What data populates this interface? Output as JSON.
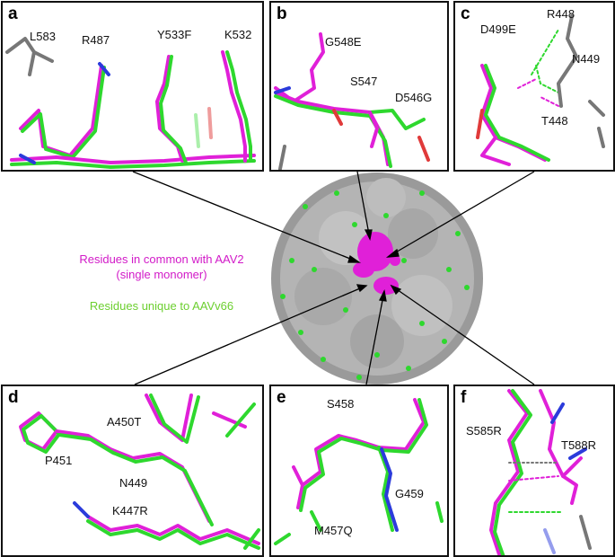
{
  "colors": {
    "magenta": "#e020d8",
    "green": "#2ed82e",
    "grey": "#7a7a7a",
    "blue": "#2b3bdb",
    "red": "#e03a3a"
  },
  "legend": {
    "common_line1": "Residues in common with AAV2",
    "common_line2": "(single monomer)",
    "unique": "Residues unique to AAVv66"
  },
  "panels": {
    "a": {
      "label": "a",
      "residues": [
        "L583",
        "R487",
        "Y533F",
        "K532"
      ]
    },
    "b": {
      "label": "b",
      "residues": [
        "G548E",
        "S547",
        "D546G"
      ]
    },
    "c": {
      "label": "c",
      "residues": [
        "R448",
        "D499E",
        "N449",
        "T448"
      ]
    },
    "d": {
      "label": "d",
      "residues": [
        "A450T",
        "P451",
        "N449",
        "K447R"
      ]
    },
    "e": {
      "label": "e",
      "residues": [
        "S458",
        "G459",
        "M457Q"
      ]
    },
    "f": {
      "label": "f",
      "residues": [
        "S585R",
        "T588R"
      ]
    }
  }
}
